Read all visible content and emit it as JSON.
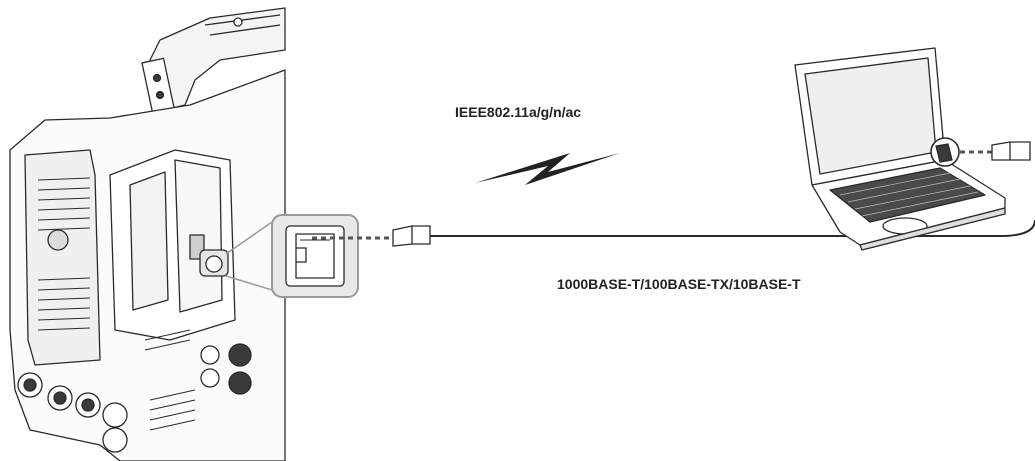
{
  "labels": {
    "wireless_standard": "IEEE802.11a/g/n/ac",
    "wired_standard": "1000BASE-T/100BASE-TX/10BASE-T"
  },
  "colors": {
    "line": "#2a2a2a",
    "cable": "#555555",
    "highlight_frame": "#9a9a9a",
    "highlight_fill": "#e8e8e8",
    "device_fill": "#ffffff",
    "device_dark": "#3a3a3a"
  },
  "elements": {
    "camera": "camcorder-illustration",
    "lan_port_zoom": "lan-port-zoom-callout",
    "laptop": "laptop-illustration",
    "wireless_symbol": "lightning-bolt-icon",
    "cable_plug_camera": "rj45-plug-icon",
    "cable_plug_laptop": "rj45-plug-icon"
  }
}
